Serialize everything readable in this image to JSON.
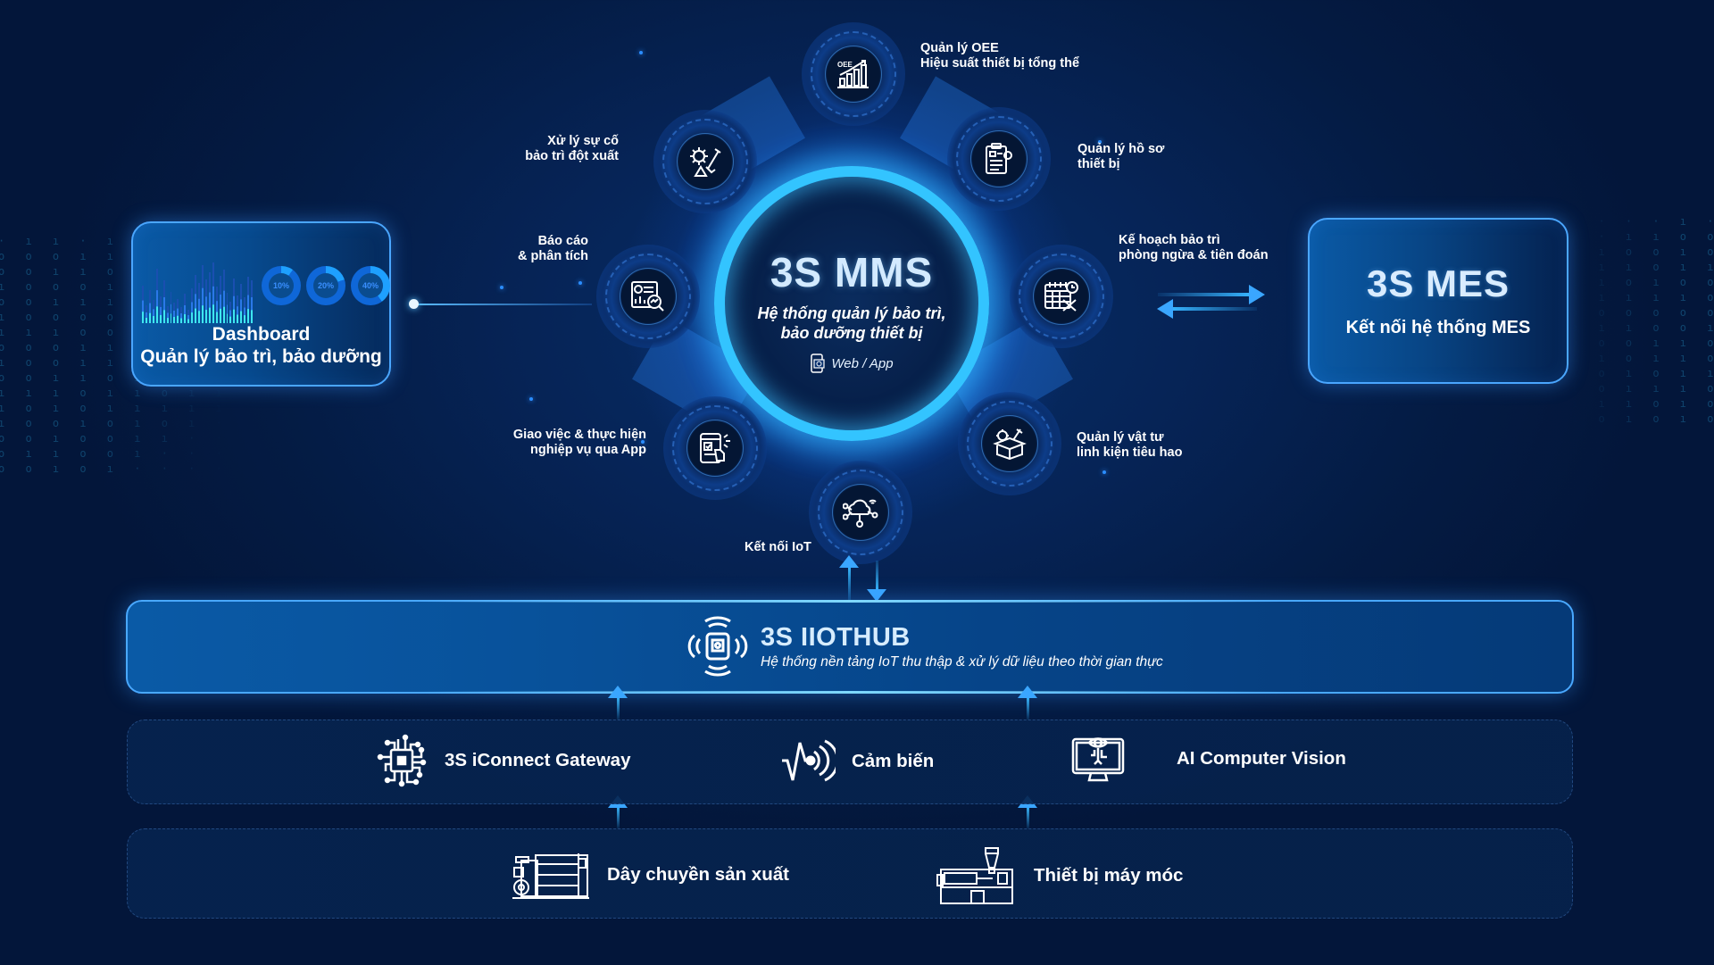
{
  "dashboard": {
    "title_line1": "Dashboard",
    "title_line2": "Quản lý bảo trì, bảo dưỡng",
    "donuts": [
      {
        "label": "10%",
        "value": 10
      },
      {
        "label": "20%",
        "value": 20
      },
      {
        "label": "40%",
        "value": 40
      }
    ]
  },
  "mms": {
    "title": "3S MMS",
    "subtitle_line1": "Hệ thống quản lý bảo trì,",
    "subtitle_line2": "bảo dưỡng thiết bị",
    "platform": "Web / App"
  },
  "modules": [
    {
      "id": "oee",
      "line1": "Quản lý OEE",
      "line2": "Hiệu suất thiết bị tổng thể",
      "icon": "oee-chart-icon"
    },
    {
      "id": "incident",
      "line1": "Xử lý sự cố",
      "line2": "bảo trì đột xuất",
      "icon": "gear-wrench-warning-icon"
    },
    {
      "id": "records",
      "line1": "Quản lý hồ sơ",
      "line2": "thiết bị",
      "icon": "clipboard-gear-icon"
    },
    {
      "id": "reports",
      "line1": "Báo cáo",
      "line2": "& phân tích",
      "icon": "report-analytics-icon"
    },
    {
      "id": "planning",
      "line1": "Kế hoạch bảo trì",
      "line2": "phòng ngừa & tiên đoán",
      "icon": "calendar-tools-icon"
    },
    {
      "id": "tasks",
      "line1": "Giao việc & thực hiện",
      "line2": "nghiệp vụ qua App",
      "icon": "mobile-touch-icon"
    },
    {
      "id": "inventory",
      "line1": "Quản lý vật tư",
      "line2": "linh kiện tiêu hao",
      "icon": "box-parts-icon"
    },
    {
      "id": "iot",
      "line1": "Kết nối IoT",
      "line2": "",
      "icon": "cloud-network-icon"
    }
  ],
  "mes": {
    "title": "3S MES",
    "subtitle": "Kết nối hệ thống MES"
  },
  "hub": {
    "title": "3S IIOTHUB",
    "subtitle": "Hệ thống nền tảng IoT thu thập & xử lý dữ liệu theo thời gian thực"
  },
  "gateway_layer": [
    {
      "label": "3S iConnect Gateway",
      "icon": "chip-circuit-icon"
    },
    {
      "label": "Cảm biến",
      "icon": "sensor-wave-icon"
    },
    {
      "label": "AI Computer Vision",
      "icon": "monitor-eye-icon"
    }
  ],
  "production_layer": [
    {
      "label": "Dây chuyền sản xuất",
      "icon": "production-line-icon"
    },
    {
      "label": "Thiết bị máy móc",
      "icon": "injection-machine-icon"
    }
  ],
  "colors": {
    "background": "#041b43",
    "accent": "#33c4ff",
    "card_border": "#4aa6ff",
    "arrow": "#3aa6ff"
  }
}
